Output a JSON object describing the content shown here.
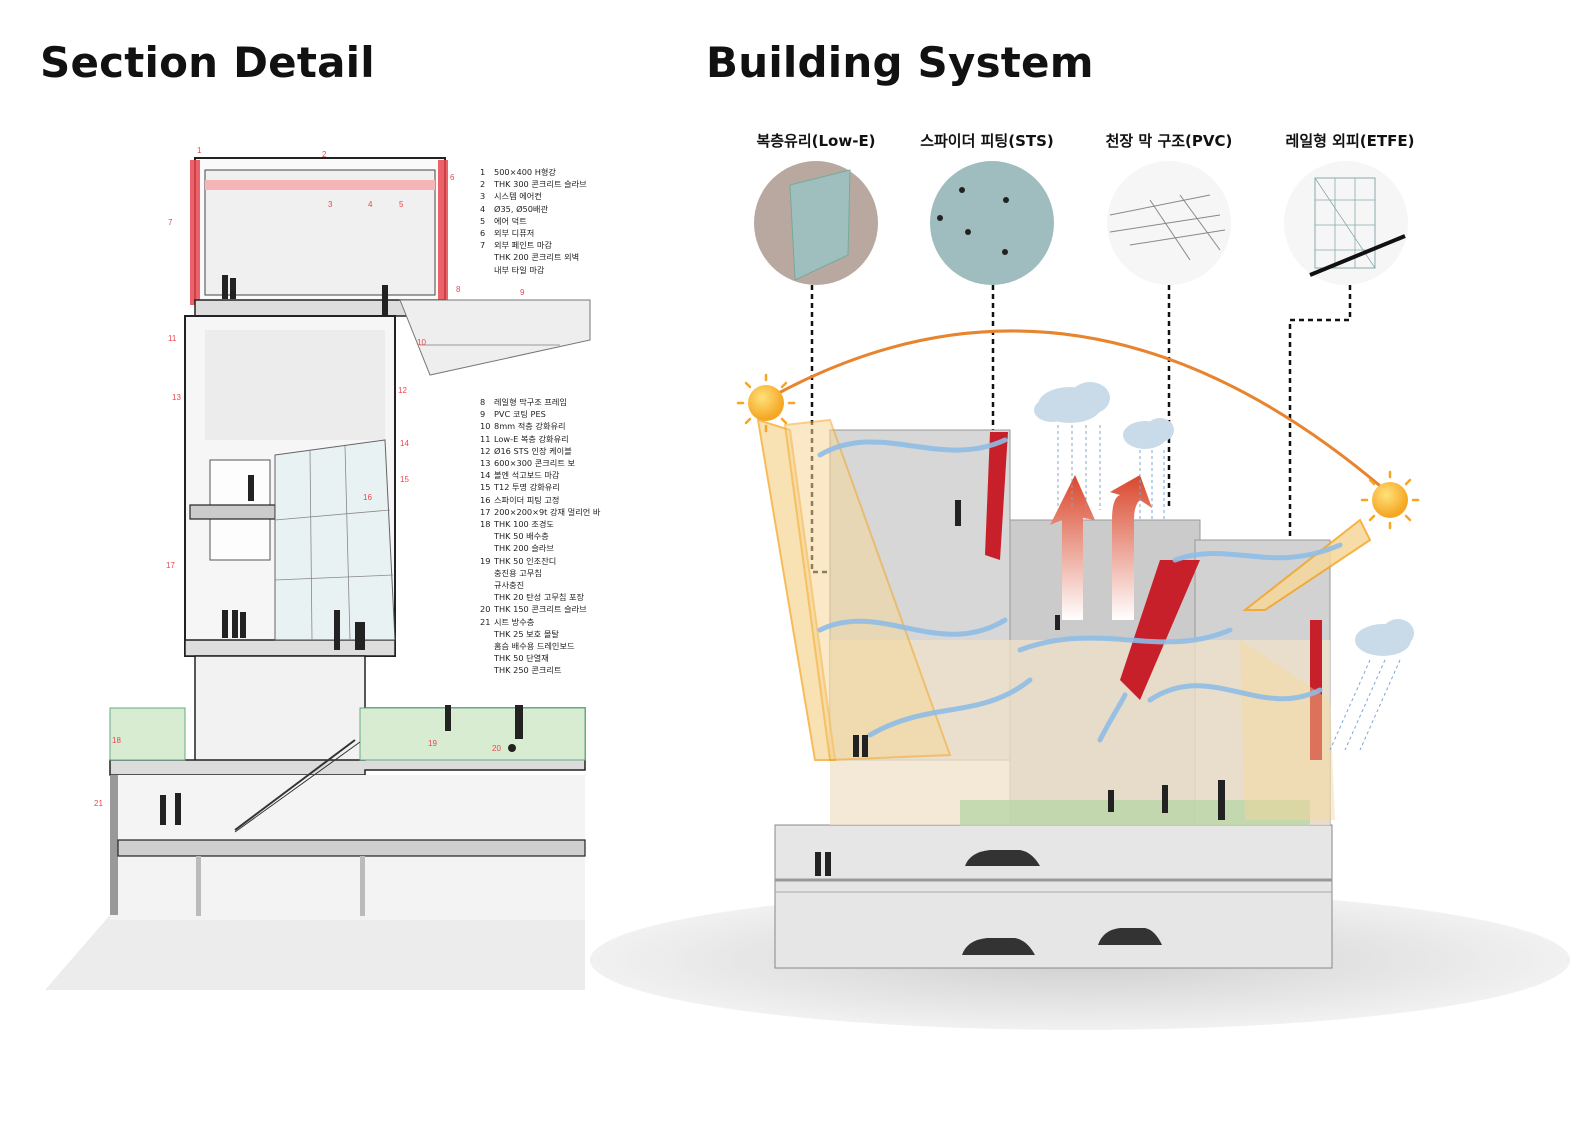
{
  "headings": {
    "left": "Section Detail",
    "right": "Building System"
  },
  "section_detail": {
    "legend_group_1": [
      {
        "num": "1",
        "text": "500×400 H형강"
      },
      {
        "num": "2",
        "text": "THK 300 콘크리트 슬라브"
      },
      {
        "num": "3",
        "text": "시스템 에어컨"
      },
      {
        "num": "4",
        "text": "Ø35, Ø50배관"
      },
      {
        "num": "5",
        "text": "에어 덕트"
      },
      {
        "num": "6",
        "text": "외부 디퓨저"
      },
      {
        "num": "7",
        "text": "외부 페인트 마감"
      },
      {
        "num": "",
        "text": "THK 200 콘크리트 외벽"
      },
      {
        "num": "",
        "text": "내부 타일 마감"
      }
    ],
    "legend_group_2": [
      {
        "num": "8",
        "text": "레일형 막구조 프레임"
      },
      {
        "num": "9",
        "text": "PVC 코팅 PES"
      },
      {
        "num": "10",
        "text": "8mm 적층 강화유리"
      },
      {
        "num": "11",
        "text": "Low-E 복층 강화유리"
      },
      {
        "num": "12",
        "text": "Ø16 STS 인장 케이블"
      },
      {
        "num": "13",
        "text": "600×300 콘크리트 보"
      },
      {
        "num": "14",
        "text": "볼엔 석고보드 마감"
      },
      {
        "num": "15",
        "text": "T12 투명 강화유리"
      },
      {
        "num": "16",
        "text": "스파이더 피팅 고정"
      },
      {
        "num": "17",
        "text": "200×200×9t 강재 멀리언 바"
      },
      {
        "num": "18",
        "text": "THK 100 조경도"
      },
      {
        "num": "",
        "text": "THK 50 배수층"
      },
      {
        "num": "",
        "text": "THK 200 슬라브"
      },
      {
        "num": "19",
        "text": "THK 50 인조잔디"
      },
      {
        "num": "",
        "text": "충진용 고무칩"
      },
      {
        "num": "",
        "text": "규사충진"
      },
      {
        "num": "",
        "text": "THK 20 탄성 고무칩 포장"
      },
      {
        "num": "20",
        "text": "THK 150 콘크리트 슬라브"
      },
      {
        "num": "21",
        "text": "시트 방수층"
      },
      {
        "num": "",
        "text": "THK 25 보호 몰탈"
      },
      {
        "num": "",
        "text": "홈슴 배수용 드레인보드"
      },
      {
        "num": "",
        "text": "THK 50 단열재"
      },
      {
        "num": "",
        "text": "THK 250 콘크리트"
      }
    ],
    "callouts": [
      "1",
      "2",
      "3",
      "4",
      "5",
      "6",
      "7",
      "8",
      "9",
      "10",
      "11",
      "12",
      "13",
      "14",
      "15",
      "16",
      "17",
      "18",
      "19",
      "20",
      "21"
    ],
    "accent_color": "#e8484f"
  },
  "building_system": {
    "materials": [
      {
        "label": "복층유리(Low-E)",
        "icon": "low-e-glass-icon"
      },
      {
        "label": "스파이더 피팅(STS)",
        "icon": "spider-fitting-icon"
      },
      {
        "label": "천장 막 구조(PVC)",
        "icon": "pvc-membrane-icon"
      },
      {
        "label": "레일형 외피(ETFE)",
        "icon": "etfe-rail-skin-icon"
      }
    ],
    "colors": {
      "sun": "#f5a623",
      "sun_arc": "#e8832e",
      "airflow": "#8fbde6",
      "heat_arrow": "#d9472b",
      "frame": "#c8202b"
    }
  }
}
